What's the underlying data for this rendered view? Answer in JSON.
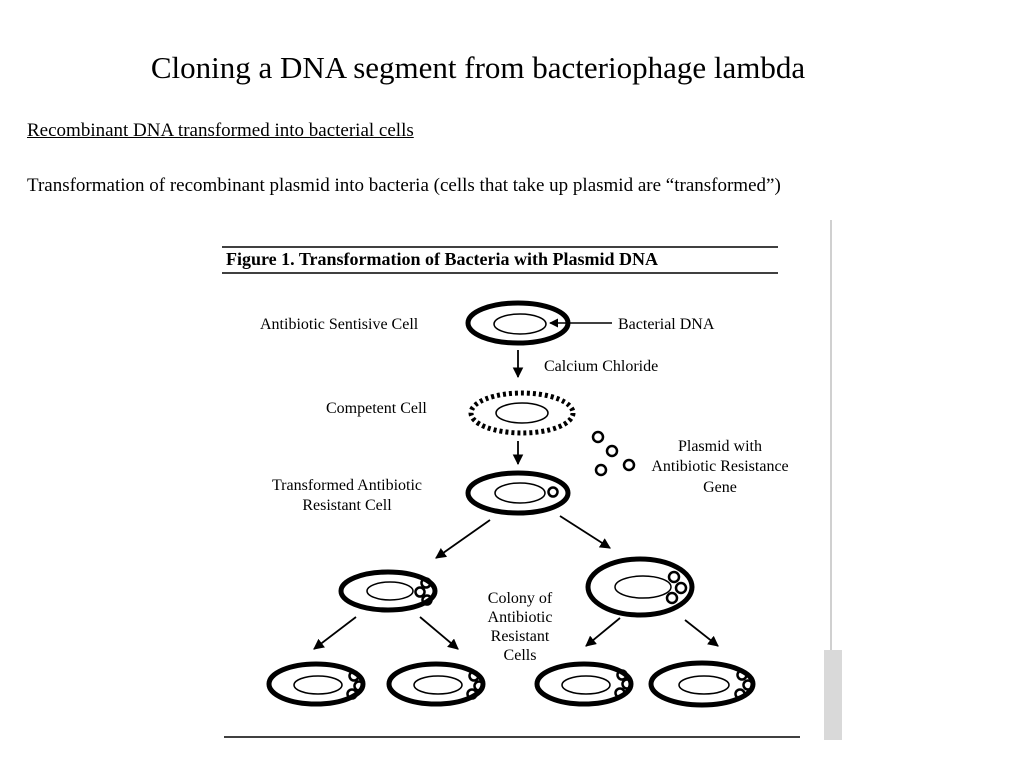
{
  "slide": {
    "title": "Cloning a DNA segment from bacteriophage lambda",
    "subheading": "Recombinant DNA transformed into bacterial cells",
    "body": "Transformation of recombinant plasmid into bacteria (cells that take up plasmid are “transformed”)"
  },
  "figure": {
    "title": "Figure 1.  Transformation of Bacteria with Plasmid DNA",
    "labels": {
      "sensitive_cell": "Antibiotic Sentisive Cell",
      "bacterial_dna": "Bacterial DNA",
      "calcium_chloride": "Calcium Chloride",
      "competent_cell": "Competent Cell",
      "plasmid_line1": "Plasmid  with",
      "plasmid_line2": "Antibiotic Resistance",
      "plasmid_line3": "Gene",
      "transformed_line1": "Transformed Antibiotic",
      "transformed_line2": "Resistant Cell",
      "colony_line1": "Colony of",
      "colony_line2": "Antibiotic",
      "colony_line3": "Resistant",
      "colony_line4": "Cells"
    }
  }
}
